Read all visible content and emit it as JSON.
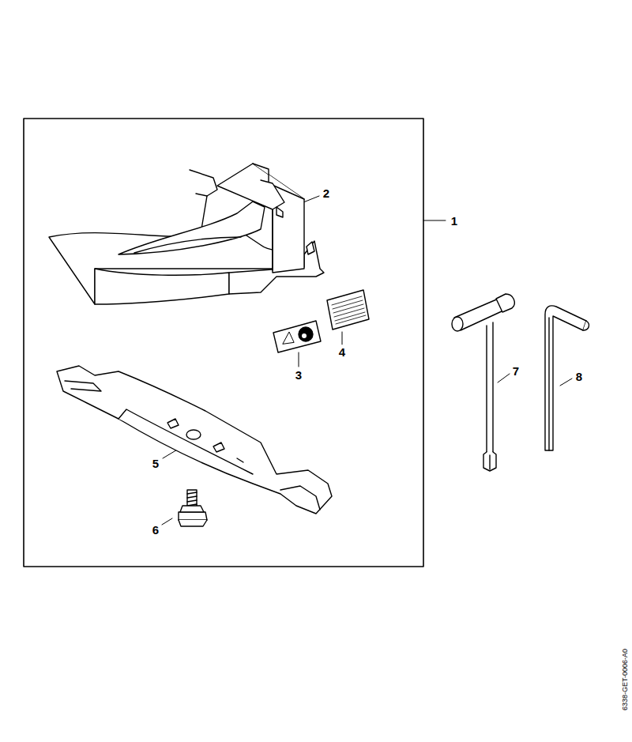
{
  "diagram": {
    "labels": [
      "1",
      "2",
      "3",
      "4",
      "5",
      "6",
      "7",
      "8",
      "6338-GET-0006-A0"
    ]
  }
}
